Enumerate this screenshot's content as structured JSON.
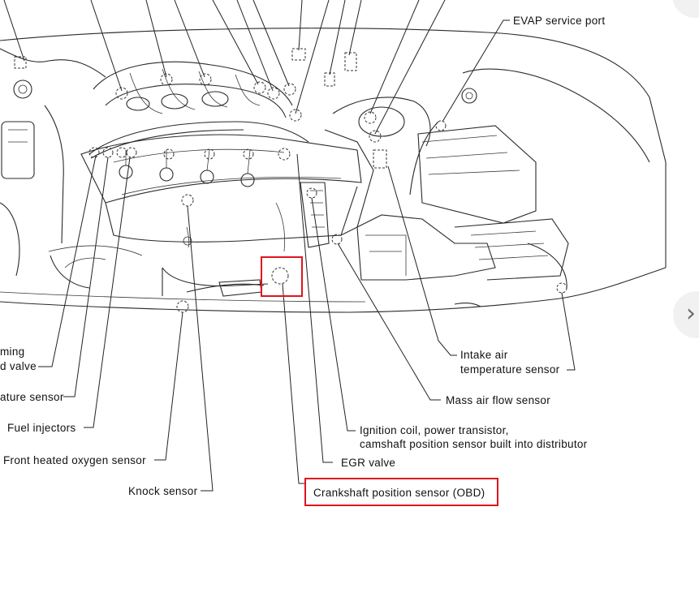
{
  "labels": {
    "evap_service_port": "EVAP service port",
    "timing_partial_1": "ming",
    "timing_partial_2": "d valve",
    "temperature_sensor_partial": "ature sensor",
    "fuel_injectors": "Fuel injectors",
    "front_heated_oxygen_sensor": "Front heated oxygen sensor",
    "knock_sensor": "Knock sensor",
    "crankshaft_position_sensor": "Crankshaft position sensor (OBD)",
    "egr_valve": "EGR valve",
    "ignition_coil_line1": "Ignition coil, power transistor,",
    "ignition_coil_line2": "camshaft position sensor built into distributor",
    "mass_air_flow_sensor": "Mass air flow sensor",
    "intake_air_line1": "Intake air",
    "intake_air_line2": "temperature sensor"
  },
  "highlight_color": "#e0141e",
  "nav": {
    "up_icon": "chevron-up-icon",
    "up_glyph": "⌃",
    "right_icon": "chevron-right-icon",
    "right_glyph": "›"
  }
}
